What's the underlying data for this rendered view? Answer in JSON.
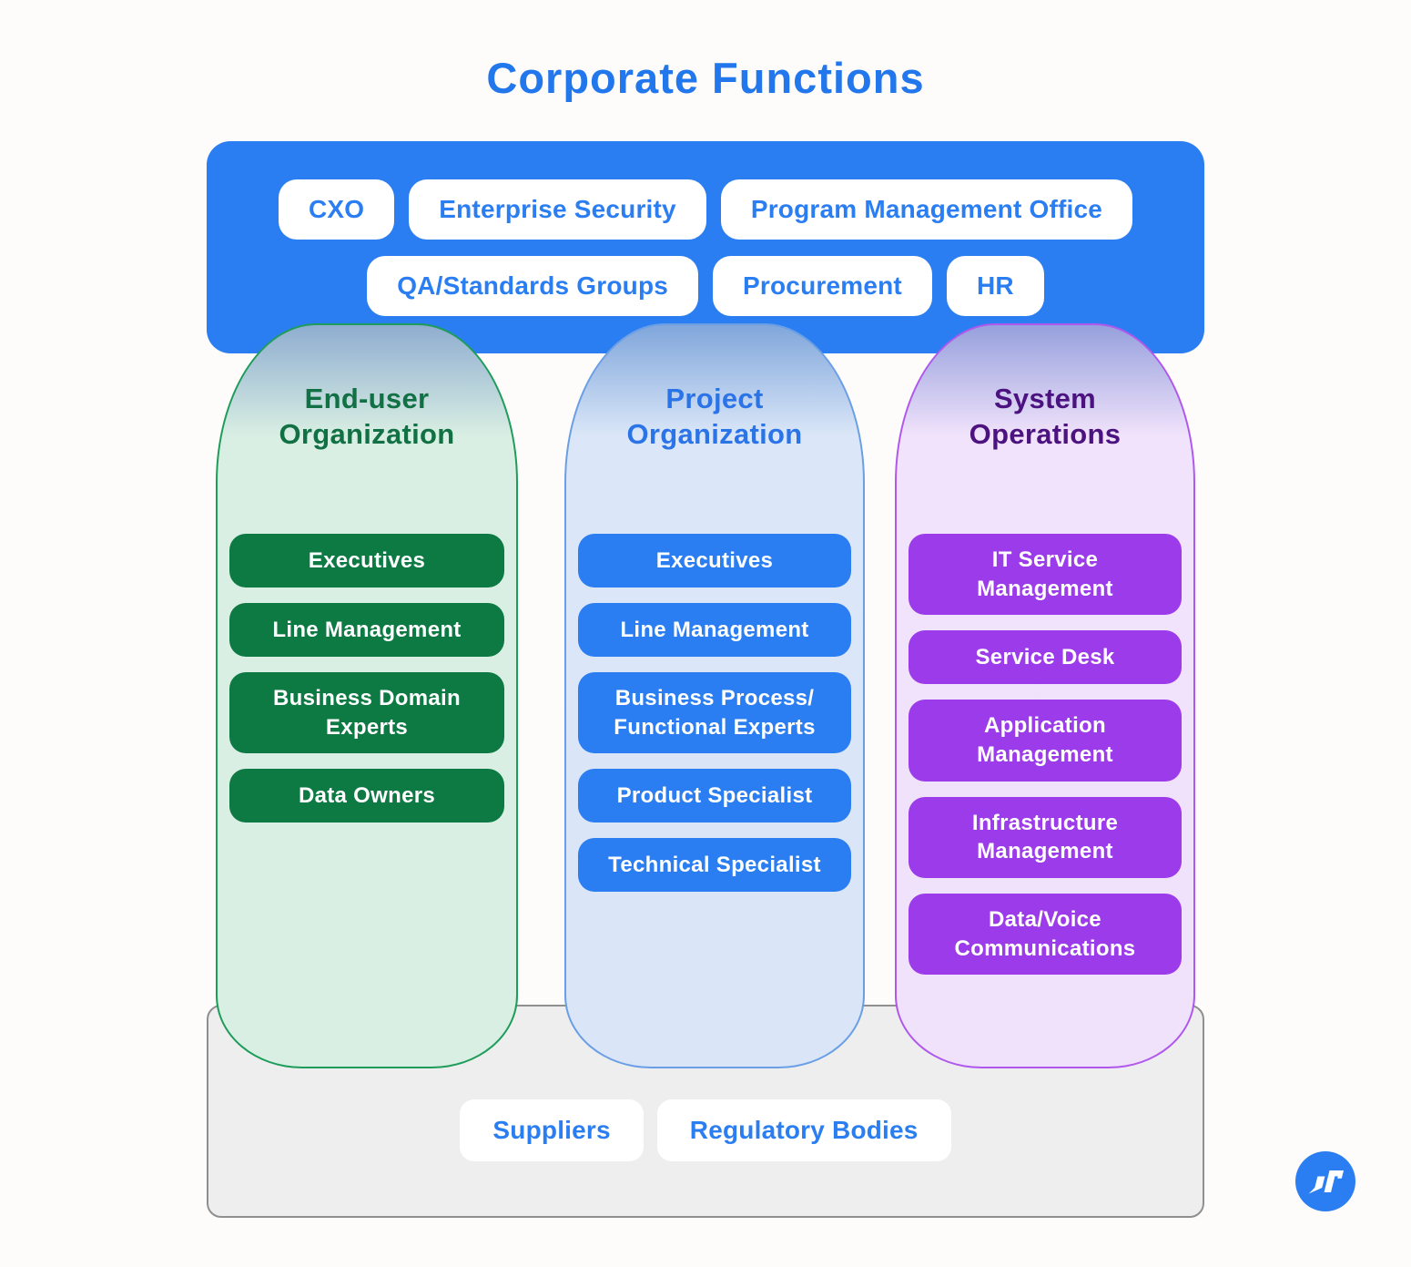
{
  "title": "Corporate Functions",
  "top_bar": {
    "rows": [
      [
        "CXO",
        "Enterprise Security",
        "Program Management Office"
      ],
      [
        "QA/Standards Groups",
        "Procurement",
        "HR"
      ]
    ]
  },
  "columns": [
    {
      "title": "End-user\nOrganization",
      "items": [
        "Executives",
        "Line Management",
        "Business Domain\nExperts",
        "Data Owners"
      ]
    },
    {
      "title": "Project\nOrganization",
      "items": [
        "Executives",
        "Line Management",
        "Business Process/\nFunctional Experts",
        "Product Specialist",
        "Technical Specialist"
      ]
    },
    {
      "title": "System\nOperations",
      "items": [
        "IT Service\nManagement",
        "Service Desk",
        "Application\nManagement",
        "Infrastructure\nManagement",
        "Data/Voice\nCommunications"
      ]
    }
  ],
  "bottom_bar": {
    "items": [
      "Suppliers",
      "Regulatory Bodies"
    ]
  },
  "logo": {
    "icon": "itransition-mark"
  },
  "colors": {
    "title_blue": "#2277EC",
    "bar_blue": "#2B7EF1",
    "green_pill": "#0D7A44",
    "green_bg": "#D9EFE3",
    "green_border": "#1E9C5A",
    "green_title": "#117144",
    "blue_bg": "#DBE7F8",
    "blue_border": "#6A9FE6",
    "blue_title": "#2B74E8",
    "purple_pill": "#9C3BE9",
    "purple_bg": "#F1E3FB",
    "purple_border": "#B058EE",
    "purple_title": "#4C1380",
    "gray_bg": "#EEEEEF",
    "gray_border": "#8F8F8F"
  }
}
